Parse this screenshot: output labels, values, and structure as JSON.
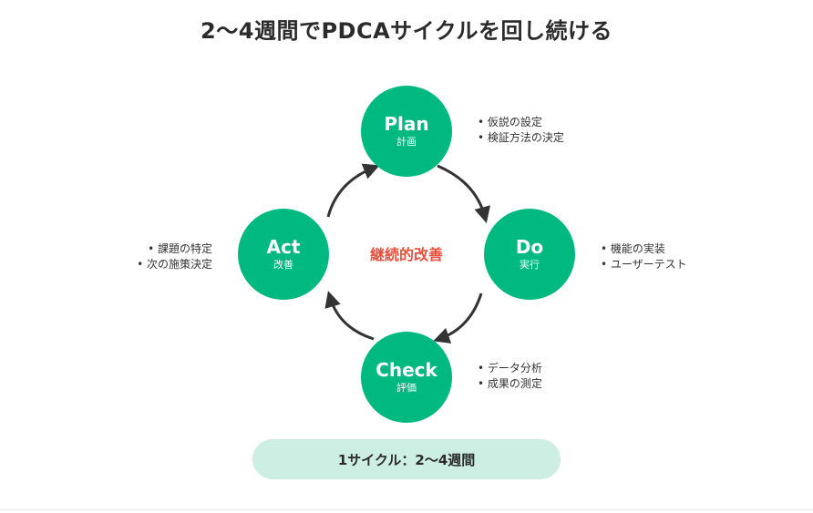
{
  "title": "2〜4週間でPDCAサイクルを回し続ける",
  "center_label": "継続的改善",
  "cycle_note": "1サイクル：2〜4週間",
  "colors": {
    "circle": "#00b981",
    "center_text": "#e8503a",
    "pill": "#cdeee3",
    "arrow": "#333333"
  },
  "nodes": {
    "plan": {
      "en": "Plan",
      "ja": "計画",
      "bullets": [
        "• 仮説の設定",
        "• 検証方法の決定"
      ]
    },
    "do": {
      "en": "Do",
      "ja": "実行",
      "bullets": [
        "• 機能の実装",
        "• ユーザーテスト"
      ]
    },
    "check": {
      "en": "Check",
      "ja": "評価",
      "bullets": [
        "• データ分析",
        "• 成果の測定"
      ]
    },
    "act": {
      "en": "Act",
      "ja": "改善",
      "bullets": [
        "• 課題の特定",
        "• 次の施策決定"
      ]
    }
  }
}
